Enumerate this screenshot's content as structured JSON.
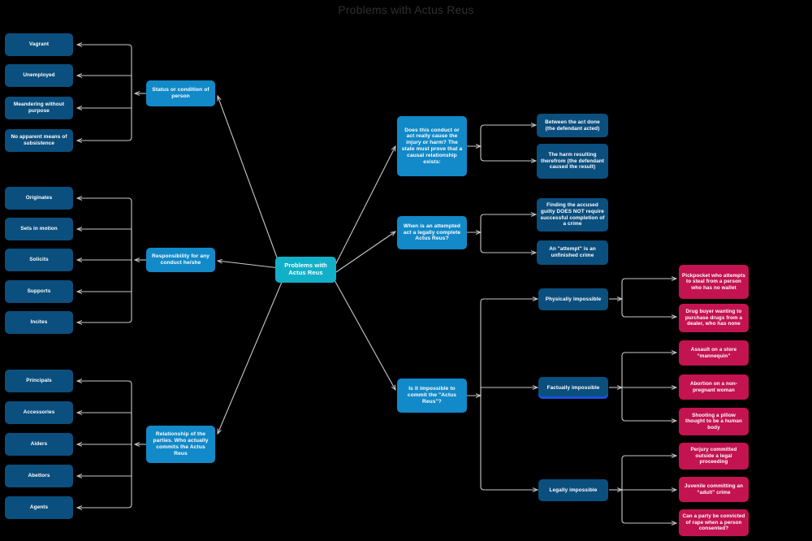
{
  "title": "Problems with Actus Reus",
  "colors": {
    "background": "#000000",
    "root": "#12b0c8",
    "level1": "#1289c8",
    "level2": "#0b4f7e",
    "leaf": "#c31350",
    "edge": "#c8c8c8",
    "title_text": "#2f2f2f",
    "selection": "#1a4fe0"
  },
  "root": {
    "label": "Problems with\nActus Reus",
    "text": "Problems with Actus Reus"
  },
  "branches": [
    {
      "id": "status",
      "label": "Status or condition of person",
      "children": [
        {
          "label": "Vagrant"
        },
        {
          "label": "Unemployed"
        },
        {
          "label": "Meandering without purpose"
        },
        {
          "label": "No apparent means of subsistence"
        }
      ]
    },
    {
      "id": "responsibility",
      "label": "Responsibility for any conduct he/she",
      "children": [
        {
          "label": "Originates"
        },
        {
          "label": "Sets in motion"
        },
        {
          "label": "Solicits"
        },
        {
          "label": "Supports"
        },
        {
          "label": "Incites"
        }
      ]
    },
    {
      "id": "relationship",
      "label": "Relationship of the parties.  Who actually commits the Actus Reus",
      "children": [
        {
          "label": "Principals"
        },
        {
          "label": "Accessories"
        },
        {
          "label": "Aiders"
        },
        {
          "label": "Abettors"
        },
        {
          "label": "Agents"
        }
      ]
    },
    {
      "id": "causation",
      "label": "Does this conduct or act really cause the injury or harm? The state must prove that a causal relationship exists:",
      "children": [
        {
          "label": "Between the act done (the defendant acted)"
        },
        {
          "label": "The harm resulting therefrom (the defendant caused the result)"
        }
      ]
    },
    {
      "id": "attempt",
      "label": "When is an attempted act a legally complete Actus Reus?",
      "children": [
        {
          "label": "Finding the accused guilty DOES NOT require successful completion of a crime"
        },
        {
          "label": "An \"attempt\" is an unfinished crime"
        }
      ]
    },
    {
      "id": "impossible",
      "label": "Is it impossible to commit the \"Actus Reus\"?",
      "children": [
        {
          "label": "Physically impossible",
          "selected": false,
          "examples": [
            {
              "label": "Pickpocket who attempts to steal from a person who has no wallet"
            },
            {
              "label": "Drug buyer wanting to purchase drugs from a dealer, who has none"
            }
          ]
        },
        {
          "label": "Factually impossible",
          "selected": true,
          "examples": [
            {
              "label": "Assault on a store “mannequin”"
            },
            {
              "label": "Abortion on a non-pregnant woman"
            },
            {
              "label": "Shooting a pillow thought to be a human body"
            }
          ]
        },
        {
          "label": "Legally impossible",
          "selected": false,
          "examples": [
            {
              "label": "Perjury committed outside a legal proceeding"
            },
            {
              "label": "Juvenile committing an “adult” crime"
            },
            {
              "label": "Can a party be convicted of rape when a person consented?"
            }
          ]
        }
      ]
    }
  ]
}
